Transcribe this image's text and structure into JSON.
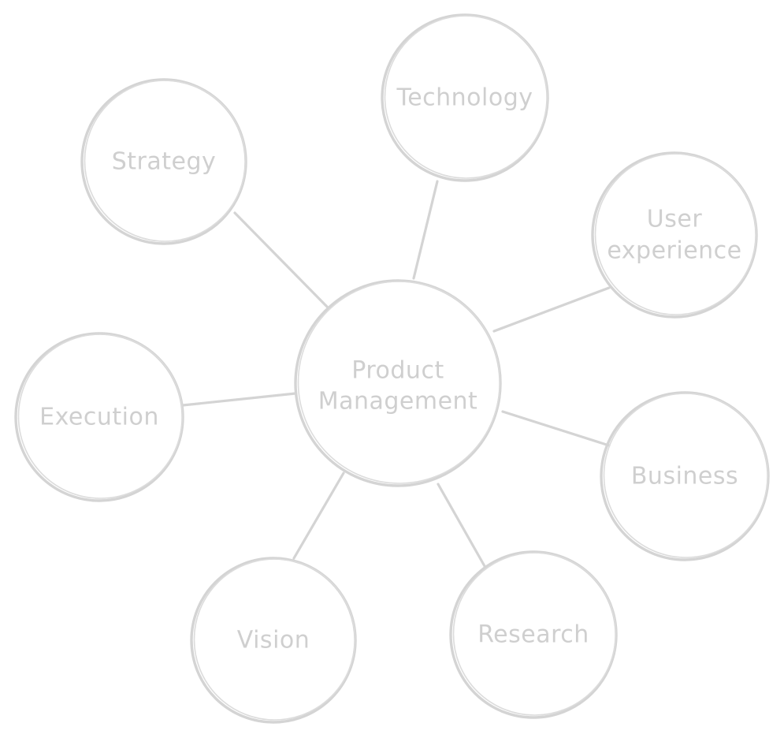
{
  "diagram": {
    "center": {
      "lines": [
        "Product",
        "Management"
      ]
    },
    "nodes": [
      {
        "id": "strategy",
        "lines": [
          "Strategy"
        ]
      },
      {
        "id": "technology",
        "lines": [
          "Technology"
        ]
      },
      {
        "id": "user-experience",
        "lines": [
          "User",
          "experience"
        ]
      },
      {
        "id": "business",
        "lines": [
          "Business"
        ]
      },
      {
        "id": "research",
        "lines": [
          "Research"
        ]
      },
      {
        "id": "vision",
        "lines": [
          "Vision"
        ]
      },
      {
        "id": "execution",
        "lines": [
          "Execution"
        ]
      }
    ],
    "colors": {
      "stroke": "#d4d4d4",
      "text": "#cfcfcf",
      "background": "#ffffff"
    }
  }
}
